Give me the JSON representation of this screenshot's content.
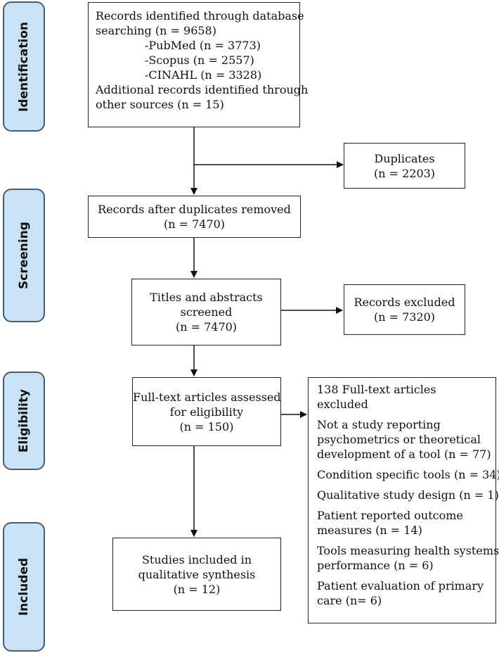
{
  "stages": {
    "identification": "Identification",
    "screening": "Screening",
    "eligibility": "Eligibility",
    "included": "Included"
  },
  "identified": {
    "line1": "Records identified through database",
    "line2": "searching (n = 9658)",
    "pubmed": "-PubMed (n = 3773)",
    "scopus": "-Scopus (n = 2557)",
    "cinahl": "-CINAHL (n = 3328)",
    "line6": "Additional records identified through",
    "line7": "other sources (n = 15)"
  },
  "duplicates": {
    "line1": "Duplicates",
    "line2": "(n = 2203)"
  },
  "after_duplicates": {
    "line1": "Records after duplicates removed",
    "line2": "(n = 7470)"
  },
  "screened": {
    "line1": "Titles and abstracts",
    "line2": "screened",
    "line3": "(n = 7470)"
  },
  "records_excluded": {
    "line1": "Records excluded",
    "line2": "(n = 7320)"
  },
  "fulltext": {
    "line1": "Full-text articles assessed",
    "line2": "for eligibility",
    "line3": "(n = 150)"
  },
  "fulltext_excluded": {
    "title": "138 Full-text articles excluded",
    "r1a": "Not a study reporting",
    "r1b": "psychometrics or theoretical",
    "r1c": "development of a tool (n = 77)",
    "r2": "Condition specific tools (n = 34)",
    "r3": "Qualitative study design (n = 1)",
    "r4a": "Patient reported outcome",
    "r4b": "measures (n = 14)",
    "r5a": "Tools measuring health systems",
    "r5b": "performance (n = 6)",
    "r6a": "Patient evaluation of primary",
    "r6b": "care (n= 6)"
  },
  "included": {
    "line1": "Studies included in",
    "line2": "qualitative synthesis",
    "line3": "(n = 12)"
  }
}
